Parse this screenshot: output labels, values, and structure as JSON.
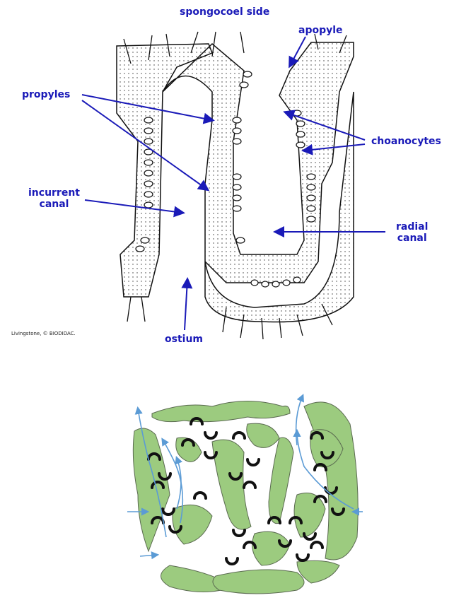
{
  "top_diagram": {
    "title": "spongocoel side",
    "labels": {
      "apopyle": "apopyle",
      "propyles": "propyles",
      "choanocytes": "choanocytes",
      "incurrent_canal_1": "incurrent",
      "incurrent_canal_2": "canal",
      "radial_canal_1": "radial",
      "radial_canal_2": "canal",
      "ostium": "ostium"
    },
    "credit": "Livingstone, © BIODIDAC.",
    "label_color": "#1a1ab8"
  },
  "bottom_diagram": {
    "description": "Leuconoid sponge cross-section with flagellated chambers and water-flow arrows",
    "tissue_color": "#9ccb7f",
    "outline_color": "#5a6a50",
    "chamber_color": "#111111",
    "flow_arrow_color": "#5b9bd5"
  }
}
